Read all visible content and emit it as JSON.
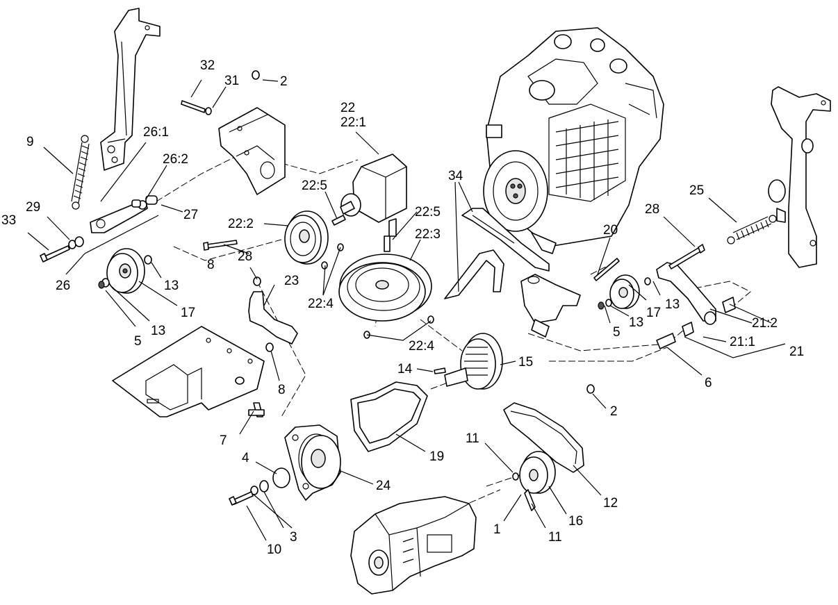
{
  "diagram": {
    "callouts": [
      {
        "id": "c-32",
        "text": "32"
      },
      {
        "id": "c-31",
        "text": "31"
      },
      {
        "id": "c-2a",
        "text": "2"
      },
      {
        "id": "c-22",
        "text": "22"
      },
      {
        "id": "c-22-1",
        "text": "22:1"
      },
      {
        "id": "c-9",
        "text": "9"
      },
      {
        "id": "c-26-1",
        "text": "26:1"
      },
      {
        "id": "c-26-2",
        "text": "26:2"
      },
      {
        "id": "c-27",
        "text": "27"
      },
      {
        "id": "c-29",
        "text": "29"
      },
      {
        "id": "c-33",
        "text": "33"
      },
      {
        "id": "c-26",
        "text": "26"
      },
      {
        "id": "c-28a",
        "text": "28"
      },
      {
        "id": "c-13a",
        "text": "13"
      },
      {
        "id": "c-17a",
        "text": "17"
      },
      {
        "id": "c-5a",
        "text": "5"
      },
      {
        "id": "c-13b",
        "text": "13"
      },
      {
        "id": "c-22-5a",
        "text": "22:5"
      },
      {
        "id": "c-22-2",
        "text": "22:2"
      },
      {
        "id": "c-22-4a",
        "text": "22:4"
      },
      {
        "id": "c-8a",
        "text": "8"
      },
      {
        "id": "c-23",
        "text": "23"
      },
      {
        "id": "c-8b",
        "text": "8"
      },
      {
        "id": "c-7",
        "text": "7"
      },
      {
        "id": "c-34",
        "text": "34"
      },
      {
        "id": "c-22-5b",
        "text": "22:5"
      },
      {
        "id": "c-22-3",
        "text": "22:3"
      },
      {
        "id": "c-22-4b",
        "text": "22:4"
      },
      {
        "id": "c-14",
        "text": "14"
      },
      {
        "id": "c-15",
        "text": "15"
      },
      {
        "id": "c-19",
        "text": "19"
      },
      {
        "id": "c-4",
        "text": "4"
      },
      {
        "id": "c-24",
        "text": "24"
      },
      {
        "id": "c-3",
        "text": "3"
      },
      {
        "id": "c-10",
        "text": "10"
      },
      {
        "id": "c-25",
        "text": "25"
      },
      {
        "id": "c-28b",
        "text": "28"
      },
      {
        "id": "c-20",
        "text": "20"
      },
      {
        "id": "c-13c",
        "text": "13"
      },
      {
        "id": "c-17b",
        "text": "17"
      },
      {
        "id": "c-5b",
        "text": "5"
      },
      {
        "id": "c-13d",
        "text": "13"
      },
      {
        "id": "c-21-2",
        "text": "21:2"
      },
      {
        "id": "c-21-1",
        "text": "21:1"
      },
      {
        "id": "c-21",
        "text": "21"
      },
      {
        "id": "c-6",
        "text": "6"
      },
      {
        "id": "c-2b",
        "text": "2"
      },
      {
        "id": "c-11a",
        "text": "11"
      },
      {
        "id": "c-12",
        "text": "12"
      },
      {
        "id": "c-16",
        "text": "16"
      },
      {
        "id": "c-1",
        "text": "1"
      },
      {
        "id": "c-11b",
        "text": "11"
      }
    ]
  }
}
